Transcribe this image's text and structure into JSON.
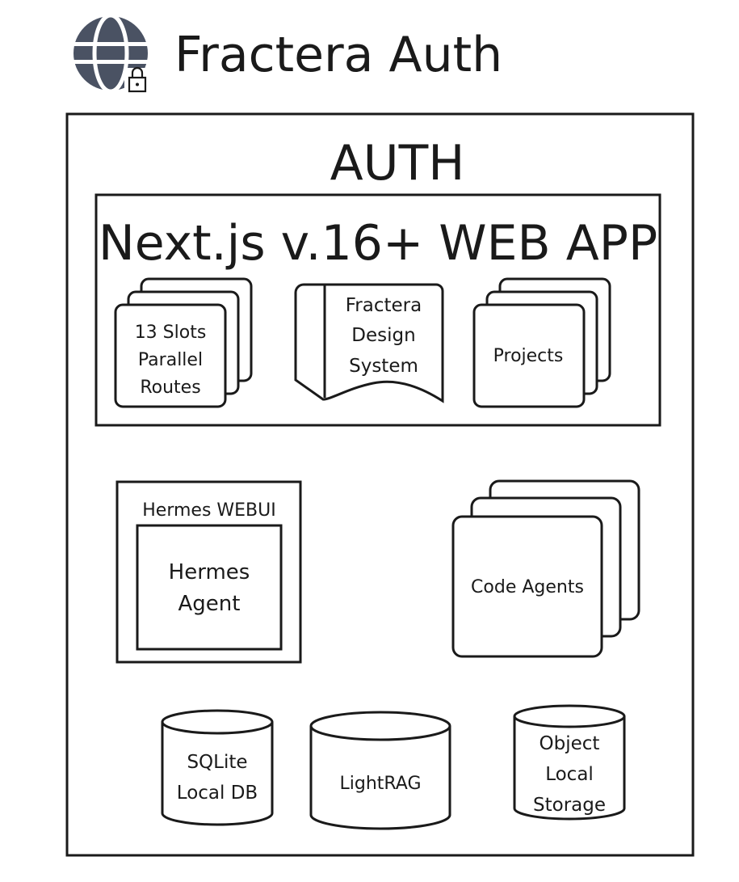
{
  "header": {
    "title": "Fractera Auth",
    "logo_icon": "globe-lock-icon"
  },
  "auth": {
    "label": "AUTH"
  },
  "webapp": {
    "label": "Next.js v.16+ WEB APP",
    "slots": {
      "lines": [
        "13 Slots",
        "Parallel",
        "Routes"
      ]
    },
    "design_system": {
      "lines": [
        "Fractera",
        "Design",
        "System"
      ]
    },
    "projects": {
      "label": "Projects"
    }
  },
  "hermes": {
    "webui_label": "Hermes WEBUI",
    "agent_lines": [
      "Hermes",
      "Agent"
    ]
  },
  "code_agents": {
    "label": "Code Agents"
  },
  "storage": {
    "sqlite": {
      "lines": [
        "SQLite",
        "Local DB"
      ]
    },
    "lightrag": {
      "label": "LightRAG"
    },
    "object": {
      "lines": [
        "Object",
        "Local",
        "Storage"
      ]
    }
  },
  "colors": {
    "stroke": "#1a1a1a",
    "icon": "#4a5263",
    "background": "#ffffff"
  }
}
